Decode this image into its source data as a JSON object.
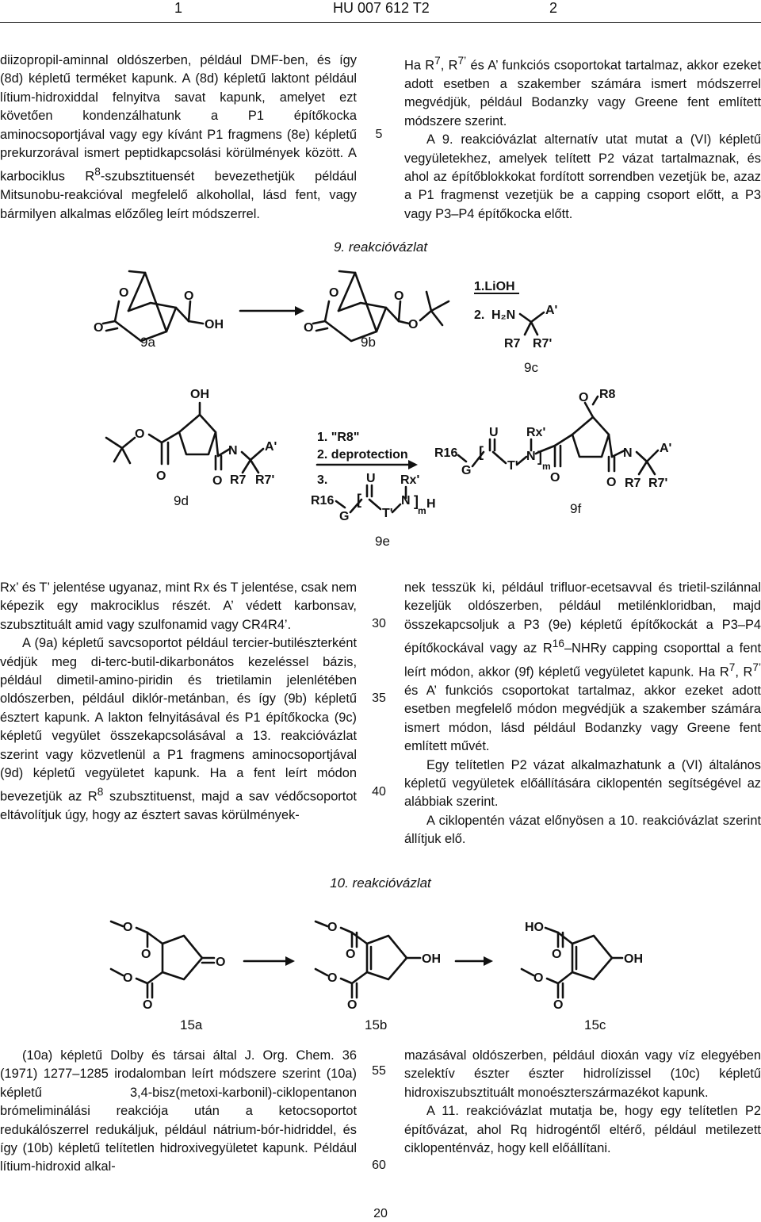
{
  "header": {
    "left_page": "1",
    "title": "HU 007 612 T2",
    "right_page": "2"
  },
  "top_left": [
    "diizopropil-aminnal oldószerben, például DMF-ben, és így (8d) képletű terméket kapunk. A (8d) képletű laktont például lítium-hidroxiddal felnyitva savat kapunk, amelyet ezt követően kondenzálhatunk a P1 építőkocka aminocsoportjával vagy egy kívánt P1 fragmens (8e) képletű prekurzorával ismert peptidkapcsolási körülmények között. A karbociklus R",
    "8",
    "-szubsztituensét bevezethetjük például Mitsunobu-reakcióval megfelelő alkohollal, lásd fent, vagy bármilyen alkalmas előzőleg leírt módszerrel."
  ],
  "top_right": {
    "p1": [
      "Ha R",
      "7",
      ", R",
      "7’",
      " és A’ funkciós csoportokat tartalmaz, akkor ezeket adott esetben a szakember számára ismert módszerrel megvédjük, például Bodanzky vagy Greene fent említett módszere szerint."
    ],
    "p2": "A 9. reakcióvázlat alternatív utat mutat a (VI) képletű vegyületekhez, amelyek telített P2 vázat tartalmaznak, és ahol az építőblokkokat fordított sorrendben vezetjük be, azaz a P1 fragmenst vezetjük be a capping csoport előtt, a P3 vagy P3–P4 építőkocka előtt."
  },
  "scheme9": {
    "title": "9. reakcióvázlat",
    "labels": {
      "a": "9a",
      "b": "9b",
      "c": "9c",
      "d": "9d",
      "e": "9e",
      "f": "9f"
    },
    "atoms": {
      "o": "O",
      "oh": "OH",
      "lioh": "1.LiOH",
      "step2": "2.",
      "h2n": "H₂N",
      "a_prime": "A'",
      "r7": "R7",
      "r7p": "R7'",
      "n": "N",
      "r8": "R8",
      "u": "U",
      "rx": "Rx'",
      "t": "T'",
      "r16": "R16",
      "g": "G",
      "h": "H",
      "m": "m",
      "step1": "1. \"R8\"",
      "deprot": "2. deprotection",
      "step3": "3."
    }
  },
  "mid_left": {
    "p1": "Rx’ és T’ jelentése ugyanaz, mint Rx és T jelentése, csak nem képezik egy makrociklus részét. A’ védett karbonsav, szubsztituált amid vagy szulfonamid vagy CR4R4’.",
    "p2": [
      "A (9a) képletű savcsoportot például tercier-butilészterként védjük meg di-terc-butil-dikarbonátos kezeléssel bázis, például dimetil-amino-piridin és trietilamin jelenlétében oldószerben, például diklór-metánban, és így (9b) képletű észtert kapunk. A lakton felnyitásával és P1 építőkocka (9c) képletű vegyület összekapcsolásával a 13. reakcióvázlat szerint vagy közvetlenül a P1 fragmens aminocsoportjával (9d) képletű vegyületet kapunk. Ha a fent leírt módon bevezetjük az R",
      "8",
      " szubsztituenst, majd a sav védőcsoportot eltávolítjuk úgy, hogy az észtert savas körülmények-"
    ]
  },
  "mid_right": {
    "p1": [
      "nek tesszük ki, például trifluor-ecetsavval és trietil-szilánnal kezeljük oldószerben, például metilénkloridban, majd összekapcsoljuk a P3 (9e) képletű építőkockát a P3–P4 építőkockával vagy az R",
      "16",
      "–NHRy capping csoporttal a fent leírt módon, akkor (9f) képletű vegyületet kapunk. Ha R",
      "7",
      ", R",
      "7’",
      " és A’ funkciós csoportokat tartalmaz, akkor ezeket adott esetben megfelelő módon megvédjük a szakember számára ismert módon, lásd például Bodanzky vagy Greene fent említett művét."
    ],
    "p2": "Egy telítetlen P2 vázat alkalmazhatunk a (VI) általános képletű vegyületek előállítására ciklopentén segítségével az alábbiak szerint.",
    "p3": "A ciklopentén vázat előnyösen a 10. reakcióvázlat szerint állítjuk elő."
  },
  "scheme10": {
    "title": "10. reakcióvázlat",
    "labels": {
      "a": "15a",
      "b": "15b",
      "c": "15c"
    },
    "atoms": {
      "o": "O",
      "ho": "HO",
      "oh": "OH"
    }
  },
  "bottom_left": "(10a) képletű Dolby és társai által J. Org. Chem. 36 (1971) 1277–1285 irodalomban leírt módszere szerint (10a) képletű 3,4-bisz(metoxi-karbonil)-ciklopentanon brómeliminálási reakciója után a ketocsoportot redukálószerrel redukáljuk, például nátrium-bór-hidriddel, és így (10b) képletű telítetlen hidroxivegyületet kapunk. Például lítium-hidroxid alkal-",
  "bottom_right": {
    "p1": "mazásával oldószerben, például dioxán vagy víz elegyében szelektív észter észter hidrolízissel (10c) képletű hidroxiszubsztituált monoészterszármazékot kapunk.",
    "p2": "A 11. reakcióvázlat mutatja be, hogy egy telítetlen P2 építővázat, ahol Rq hidrogéntől eltérő, például metilezett ciklopenténváz, hogy kell előállítani."
  },
  "line_numbers": [
    "5",
    "30",
    "35",
    "40",
    "55",
    "60"
  ],
  "page_number": "20"
}
